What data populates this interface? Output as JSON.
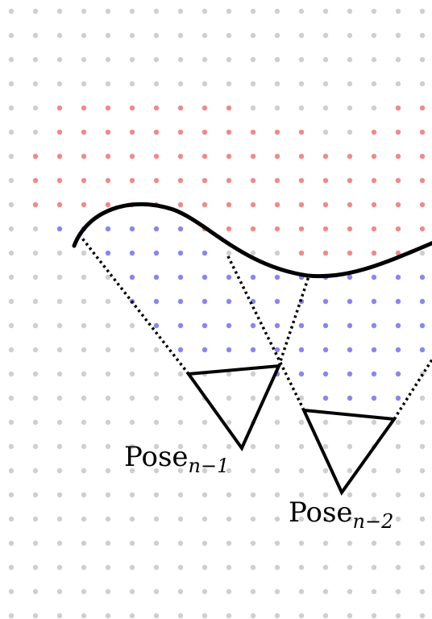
{
  "labels": {
    "pose_n_minus_1": {
      "base": "Pose",
      "sub": "n−1"
    },
    "pose_n_minus_2": {
      "base": "Pose",
      "sub": "n−2"
    }
  },
  "colors": {
    "background": "#ffffff",
    "grid_dot": "#cfcfcf",
    "occupied_dot": "#f08a8a",
    "free_dot": "#8787f0",
    "stroke": "#000000"
  }
}
